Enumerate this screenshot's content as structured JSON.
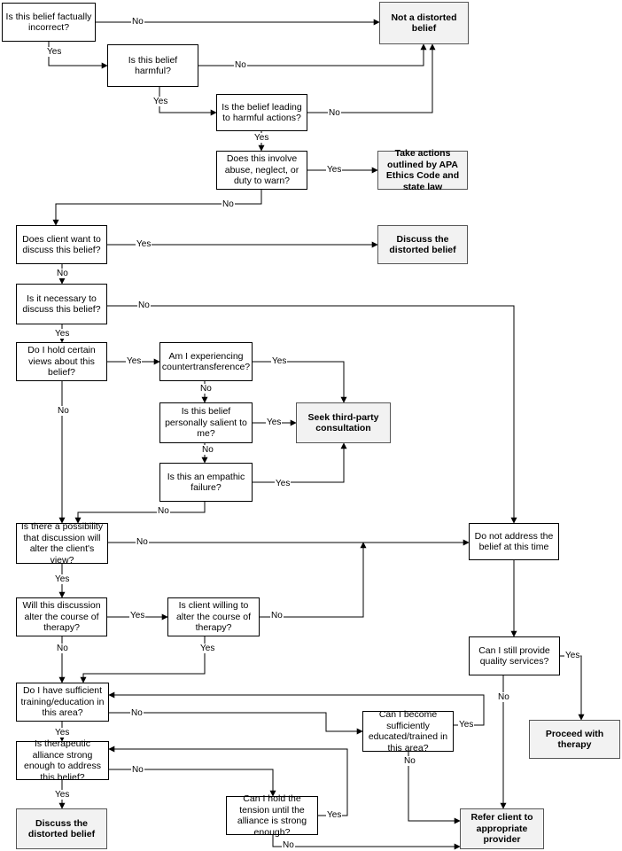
{
  "nodes": {
    "q_factually_incorrect": "Is this belief factually incorrect?",
    "t_not_distorted": "Not a distorted belief",
    "q_harmful": "Is this belief harmful?",
    "q_harmful_actions": "Is the belief leading to harmful actions?",
    "q_abuse": "Does this involve abuse, neglect, or duty to warn?",
    "t_apa": "Take actions outlined by APA Ethics Code and state law",
    "q_client_discuss": "Does client want to discuss this belief?",
    "t_discuss_1": "Discuss the distorted belief",
    "q_necessary": "Is it necessary to discuss this belief?",
    "q_certain_views": "Do I hold certain views about this belief?",
    "q_countertransference": "Am I experiencing countertransference?",
    "q_salient": "Is this belief personally salient to me?",
    "t_consult": "Seek third-party consultation",
    "q_empathic": "Is this an empathic failure?",
    "q_possibility": "Is there a possibility that discussion will alter the client's view?",
    "t_not_address": "Do not address the belief at this time",
    "q_alter_course": "Will this discussion alter the course of therapy?",
    "q_client_willing": "Is client willing to alter the course of therapy?",
    "q_quality": "Can I still provide quality services?",
    "q_training": "Do I have sufficient training/education in this area?",
    "q_become_educated": "Can I become sufficiently educated/trained in this area?",
    "t_proceed": "Proceed with therapy",
    "q_alliance": "Is therapeutic alliance strong enough to address this belief?",
    "q_tension": "Can I hold the tension until the alliance is strong enough?",
    "t_discuss_2": "Discuss the distorted belief",
    "t_refer": "Refer client to appropriate provider"
  },
  "edge_labels": {
    "yes": "Yes",
    "no": "No"
  }
}
